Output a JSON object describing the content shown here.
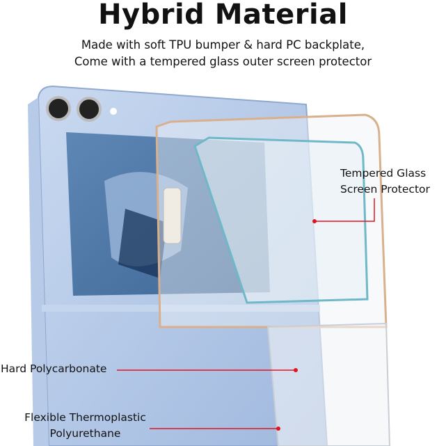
{
  "title": "Hybrid Material",
  "subtitle": {
    "line1": "Made with soft TPU bumper & hard PC backplate,",
    "line2": "Come with a tempered glass outer screen protector"
  },
  "callouts": {
    "glass": {
      "line1": "Tempered Glass",
      "line2": "Screen Protector"
    },
    "polycarbonate": {
      "line1": "Hard Polycarbonate"
    },
    "tpu": {
      "line1": "Flexible Thermoplastic",
      "line2": "Polyurethane"
    }
  },
  "colors": {
    "accent_line": "#e0141e",
    "phone": "#a9c2e6",
    "phone_screen": "#5f86b3"
  }
}
